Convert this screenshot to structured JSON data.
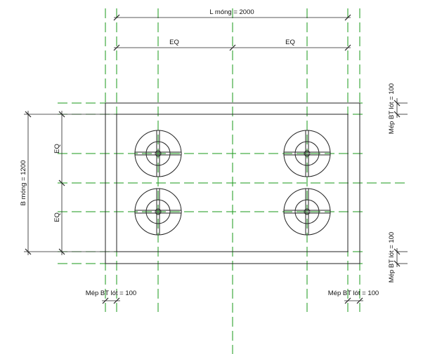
{
  "labels": {
    "l_mong": "L móng = 2000",
    "eq_top_left": "EQ",
    "eq_top_right": "EQ",
    "b_mong": "B móng = 1200",
    "eq_left_top": "EQ",
    "eq_left_bottom": "EQ",
    "mep_right_top": "Mép BT lót = 100",
    "mep_right_bottom": "Mép BT lót = 100",
    "mep_bottom_left": "Mép BT lót = 100",
    "mep_bottom_right": "Mép BT lót = 100"
  },
  "colors": {
    "grid": "#1a9a1a",
    "lines": "#222222",
    "background": "#ffffff"
  }
}
